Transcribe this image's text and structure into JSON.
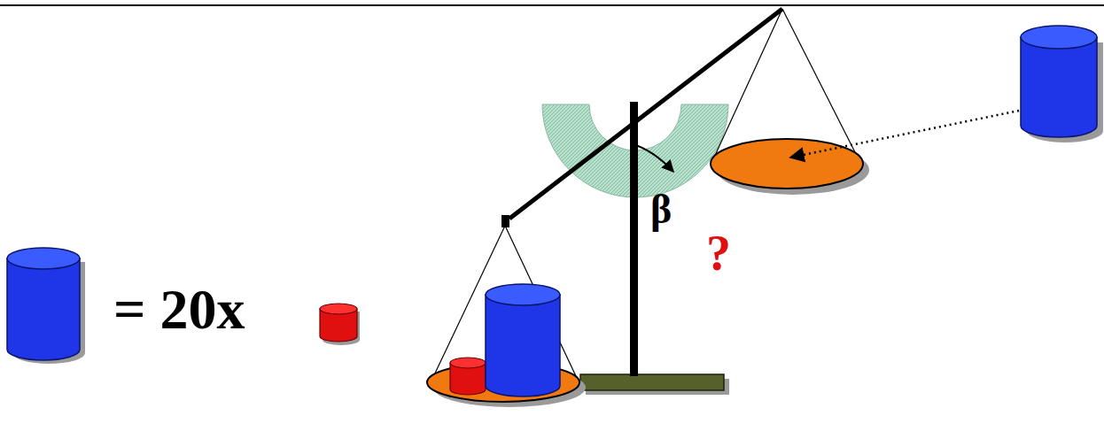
{
  "diagram": {
    "labels": [
      "= 20x",
      "β",
      "?"
    ]
  }
}
